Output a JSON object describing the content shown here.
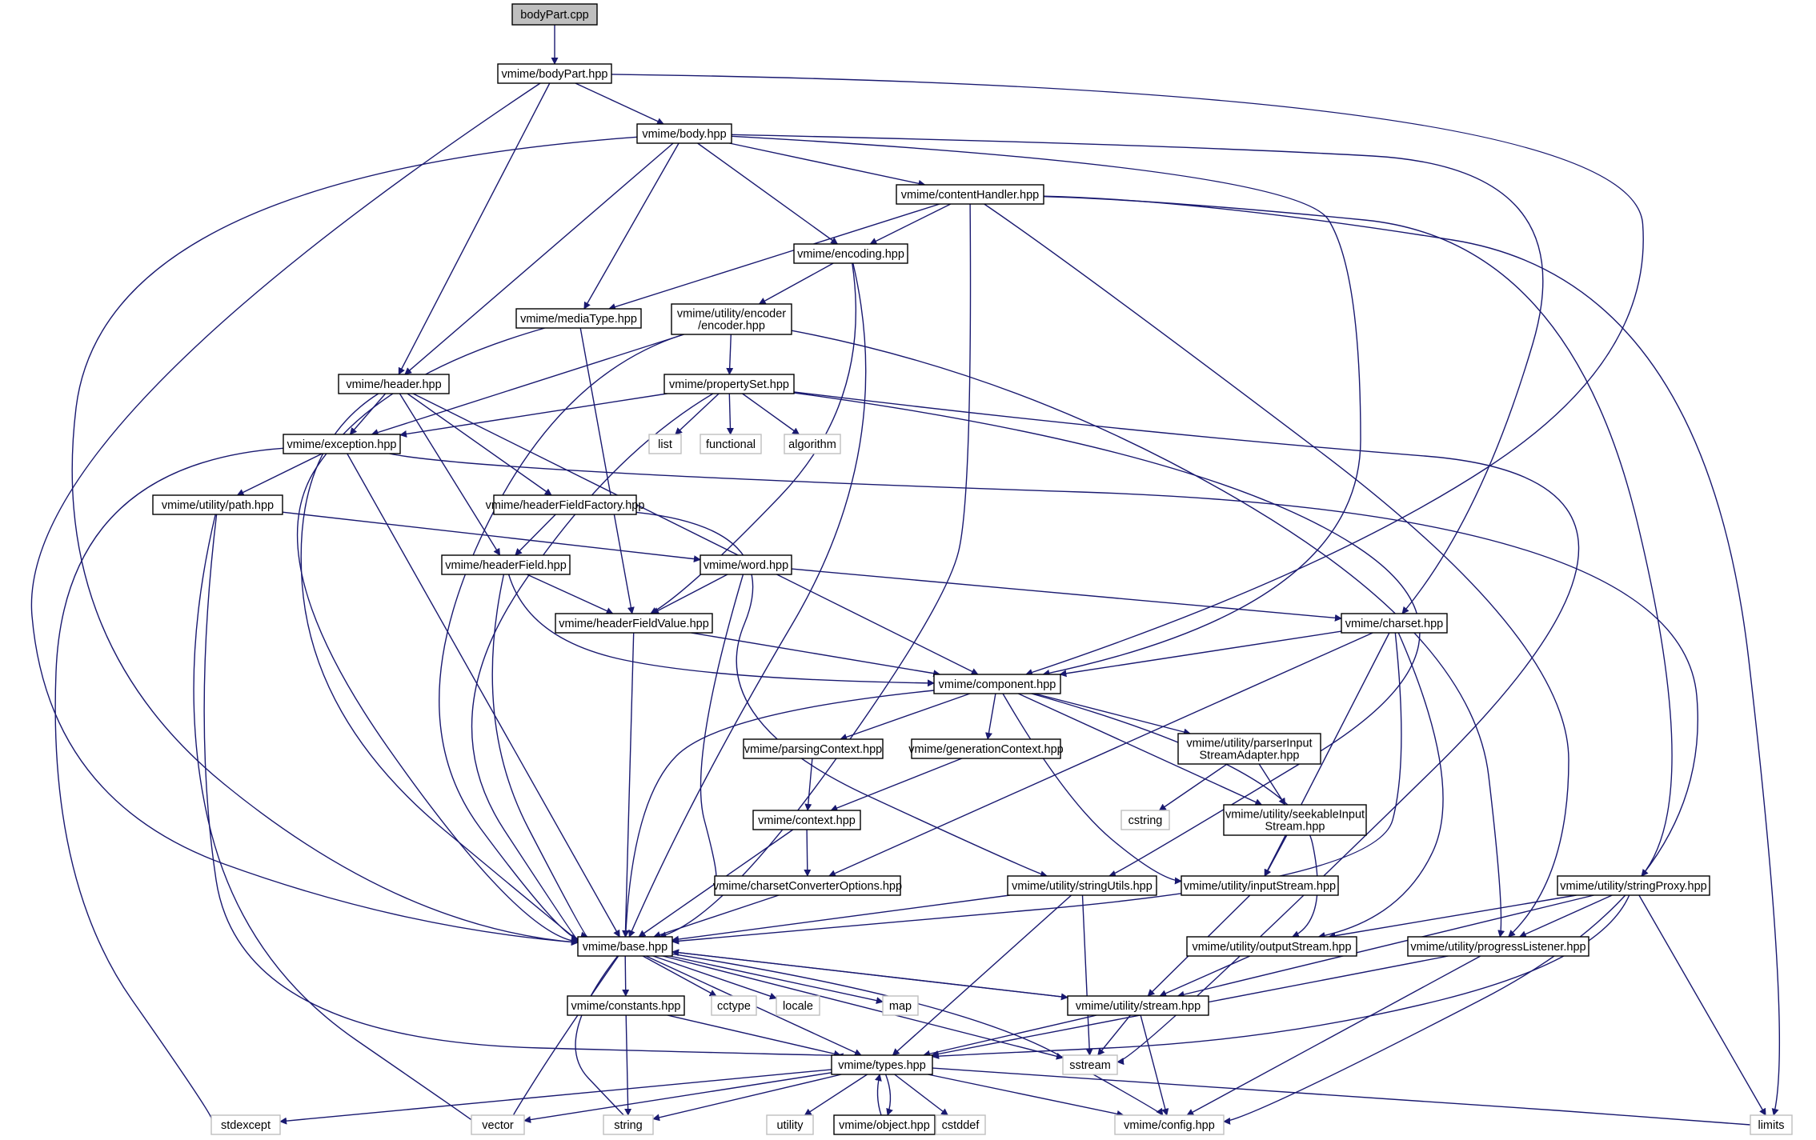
{
  "graph": {
    "colors": {
      "edge": "#191970",
      "root_fill": "#bfbfbf",
      "external_border": "#bfbfbf",
      "node_border": "#000000"
    },
    "nodes": [
      {
        "id": "bodyPart_cpp",
        "label": "bodyPart.cpp",
        "kind": "root"
      },
      {
        "id": "bodyPart",
        "label": "vmime/bodyPart.hpp",
        "kind": "internal"
      },
      {
        "id": "body",
        "label": "vmime/body.hpp",
        "kind": "internal"
      },
      {
        "id": "contentHandler",
        "label": "vmime/contentHandler.hpp",
        "kind": "internal"
      },
      {
        "id": "encoding",
        "label": "vmime/encoding.hpp",
        "kind": "internal"
      },
      {
        "id": "mediaType",
        "label": "vmime/mediaType.hpp",
        "kind": "internal"
      },
      {
        "id": "encoder",
        "label": "vmime/utility/encoder\n/encoder.hpp",
        "kind": "internal"
      },
      {
        "id": "header",
        "label": "vmime/header.hpp",
        "kind": "internal"
      },
      {
        "id": "propertySet",
        "label": "vmime/propertySet.hpp",
        "kind": "internal"
      },
      {
        "id": "exception",
        "label": "vmime/exception.hpp",
        "kind": "internal"
      },
      {
        "id": "list",
        "label": "list",
        "kind": "external"
      },
      {
        "id": "functional",
        "label": "functional",
        "kind": "external"
      },
      {
        "id": "algorithm",
        "label": "algorithm",
        "kind": "external"
      },
      {
        "id": "path",
        "label": "vmime/utility/path.hpp",
        "kind": "internal"
      },
      {
        "id": "headerFieldFactory",
        "label": "vmime/headerFieldFactory.hpp",
        "kind": "internal"
      },
      {
        "id": "headerField",
        "label": "vmime/headerField.hpp",
        "kind": "internal"
      },
      {
        "id": "word",
        "label": "vmime/word.hpp",
        "kind": "internal"
      },
      {
        "id": "headerFieldValue",
        "label": "vmime/headerFieldValue.hpp",
        "kind": "internal"
      },
      {
        "id": "charset",
        "label": "vmime/charset.hpp",
        "kind": "internal"
      },
      {
        "id": "component",
        "label": "vmime/component.hpp",
        "kind": "internal"
      },
      {
        "id": "parsingContext",
        "label": "vmime/parsingContext.hpp",
        "kind": "internal"
      },
      {
        "id": "generationContext",
        "label": "vmime/generationContext.hpp",
        "kind": "internal"
      },
      {
        "id": "parserInput",
        "label": "vmime/utility/parserInput\nStreamAdapter.hpp",
        "kind": "internal"
      },
      {
        "id": "cstring",
        "label": "cstring",
        "kind": "external"
      },
      {
        "id": "seekable",
        "label": "vmime/utility/seekableInput\nStream.hpp",
        "kind": "internal"
      },
      {
        "id": "context",
        "label": "vmime/context.hpp",
        "kind": "internal"
      },
      {
        "id": "charsetConv",
        "label": "vmime/charsetConverterOptions.hpp",
        "kind": "internal"
      },
      {
        "id": "stringUtils",
        "label": "vmime/utility/stringUtils.hpp",
        "kind": "internal"
      },
      {
        "id": "inputStream",
        "label": "vmime/utility/inputStream.hpp",
        "kind": "internal"
      },
      {
        "id": "stringProxy",
        "label": "vmime/utility/stringProxy.hpp",
        "kind": "internal"
      },
      {
        "id": "base",
        "label": "vmime/base.hpp",
        "kind": "internal"
      },
      {
        "id": "outputStream",
        "label": "vmime/utility/outputStream.hpp",
        "kind": "internal"
      },
      {
        "id": "progressListener",
        "label": "vmime/utility/progressListener.hpp",
        "kind": "internal"
      },
      {
        "id": "constants",
        "label": "vmime/constants.hpp",
        "kind": "internal"
      },
      {
        "id": "cctype",
        "label": "cctype",
        "kind": "external"
      },
      {
        "id": "locale",
        "label": "locale",
        "kind": "external"
      },
      {
        "id": "map",
        "label": "map",
        "kind": "external"
      },
      {
        "id": "stream",
        "label": "vmime/utility/stream.hpp",
        "kind": "internal"
      },
      {
        "id": "types",
        "label": "vmime/types.hpp",
        "kind": "internal"
      },
      {
        "id": "sstream",
        "label": "sstream",
        "kind": "external"
      },
      {
        "id": "stdexcept",
        "label": "stdexcept",
        "kind": "external"
      },
      {
        "id": "vector",
        "label": "vector",
        "kind": "external"
      },
      {
        "id": "string",
        "label": "string",
        "kind": "external"
      },
      {
        "id": "utility",
        "label": "utility",
        "kind": "external"
      },
      {
        "id": "object",
        "label": "vmime/object.hpp",
        "kind": "internal"
      },
      {
        "id": "cstddef",
        "label": "cstddef",
        "kind": "external"
      },
      {
        "id": "config",
        "label": "vmime/config.hpp",
        "kind": "external"
      },
      {
        "id": "limits",
        "label": "limits",
        "kind": "external"
      }
    ],
    "edges": [
      [
        "bodyPart_cpp",
        "bodyPart"
      ],
      [
        "bodyPart",
        "body"
      ],
      [
        "bodyPart",
        "header"
      ],
      [
        "bodyPart",
        "base"
      ],
      [
        "bodyPart",
        "component"
      ],
      [
        "body",
        "contentHandler"
      ],
      [
        "body",
        "encoding"
      ],
      [
        "body",
        "mediaType"
      ],
      [
        "body",
        "header"
      ],
      [
        "body",
        "base"
      ],
      [
        "body",
        "component"
      ],
      [
        "body",
        "charset"
      ],
      [
        "contentHandler",
        "encoding"
      ],
      [
        "contentHandler",
        "mediaType"
      ],
      [
        "contentHandler",
        "base"
      ],
      [
        "contentHandler",
        "progressListener"
      ],
      [
        "contentHandler",
        "stringProxy"
      ],
      [
        "contentHandler",
        "limits"
      ],
      [
        "encoding",
        "encoder"
      ],
      [
        "encoding",
        "headerFieldValue"
      ],
      [
        "encoding",
        "base"
      ],
      [
        "mediaType",
        "headerFieldValue"
      ],
      [
        "mediaType",
        "base"
      ],
      [
        "encoder",
        "propertySet"
      ],
      [
        "encoder",
        "exception"
      ],
      [
        "encoder",
        "base"
      ],
      [
        "encoder",
        "progressListener"
      ],
      [
        "header",
        "exception"
      ],
      [
        "header",
        "headerFieldFactory"
      ],
      [
        "header",
        "headerField"
      ],
      [
        "header",
        "component"
      ],
      [
        "header",
        "base"
      ],
      [
        "propertySet",
        "exception"
      ],
      [
        "propertySet",
        "list"
      ],
      [
        "propertySet",
        "functional"
      ],
      [
        "propertySet",
        "algorithm"
      ],
      [
        "propertySet",
        "base"
      ],
      [
        "propertySet",
        "stringUtils"
      ],
      [
        "propertySet",
        "sstream"
      ],
      [
        "exception",
        "path"
      ],
      [
        "exception",
        "base"
      ],
      [
        "exception",
        "stdexcept"
      ],
      [
        "exception",
        "config"
      ],
      [
        "path",
        "word"
      ],
      [
        "path",
        "types"
      ],
      [
        "path",
        "vector"
      ],
      [
        "headerFieldFactory",
        "headerField"
      ],
      [
        "headerFieldFactory",
        "stringUtils"
      ],
      [
        "headerField",
        "headerFieldValue"
      ],
      [
        "headerField",
        "component"
      ],
      [
        "headerField",
        "base"
      ],
      [
        "word",
        "headerFieldValue"
      ],
      [
        "word",
        "charset"
      ],
      [
        "word",
        "charsetConv"
      ],
      [
        "headerFieldValue",
        "component"
      ],
      [
        "headerFieldValue",
        "base"
      ],
      [
        "charset",
        "component"
      ],
      [
        "charset",
        "charsetConv"
      ],
      [
        "charset",
        "base"
      ],
      [
        "charset",
        "inputStream"
      ],
      [
        "charset",
        "outputStream"
      ],
      [
        "component",
        "parsingContext"
      ],
      [
        "component",
        "generationContext"
      ],
      [
        "component",
        "parserInput"
      ],
      [
        "component",
        "seekable"
      ],
      [
        "component",
        "base"
      ],
      [
        "component",
        "inputStream"
      ],
      [
        "component",
        "outputStream"
      ],
      [
        "parsingContext",
        "context"
      ],
      [
        "generationContext",
        "context"
      ],
      [
        "parserInput",
        "cstring"
      ],
      [
        "parserInput",
        "seekable"
      ],
      [
        "seekable",
        "inputStream"
      ],
      [
        "context",
        "charsetConv"
      ],
      [
        "context",
        "base"
      ],
      [
        "charsetConv",
        "base"
      ],
      [
        "stringUtils",
        "base"
      ],
      [
        "stringUtils",
        "types"
      ],
      [
        "stringUtils",
        "sstream"
      ],
      [
        "inputStream",
        "stream"
      ],
      [
        "stringProxy",
        "outputStream"
      ],
      [
        "stringProxy",
        "progressListener"
      ],
      [
        "stringProxy",
        "stream"
      ],
      [
        "stringProxy",
        "types"
      ],
      [
        "stringProxy",
        "limits"
      ],
      [
        "base",
        "constants"
      ],
      [
        "base",
        "cctype"
      ],
      [
        "base",
        "locale"
      ],
      [
        "base",
        "map"
      ],
      [
        "base",
        "stream"
      ],
      [
        "base",
        "types"
      ],
      [
        "base",
        "sstream"
      ],
      [
        "base",
        "vector"
      ],
      [
        "base",
        "string"
      ],
      [
        "base",
        "config"
      ],
      [
        "outputStream",
        "stream"
      ],
      [
        "progressListener",
        "types"
      ],
      [
        "progressListener",
        "config"
      ],
      [
        "constants",
        "types"
      ],
      [
        "constants",
        "string"
      ],
      [
        "stream",
        "base"
      ],
      [
        "stream",
        "types"
      ],
      [
        "stream",
        "sstream"
      ],
      [
        "stream",
        "config"
      ],
      [
        "types",
        "stdexcept"
      ],
      [
        "types",
        "vector"
      ],
      [
        "types",
        "string"
      ],
      [
        "types",
        "utility"
      ],
      [
        "types",
        "object"
      ],
      [
        "types",
        "cstddef"
      ],
      [
        "types",
        "config"
      ],
      [
        "types",
        "limits"
      ],
      [
        "object",
        "types"
      ]
    ]
  }
}
